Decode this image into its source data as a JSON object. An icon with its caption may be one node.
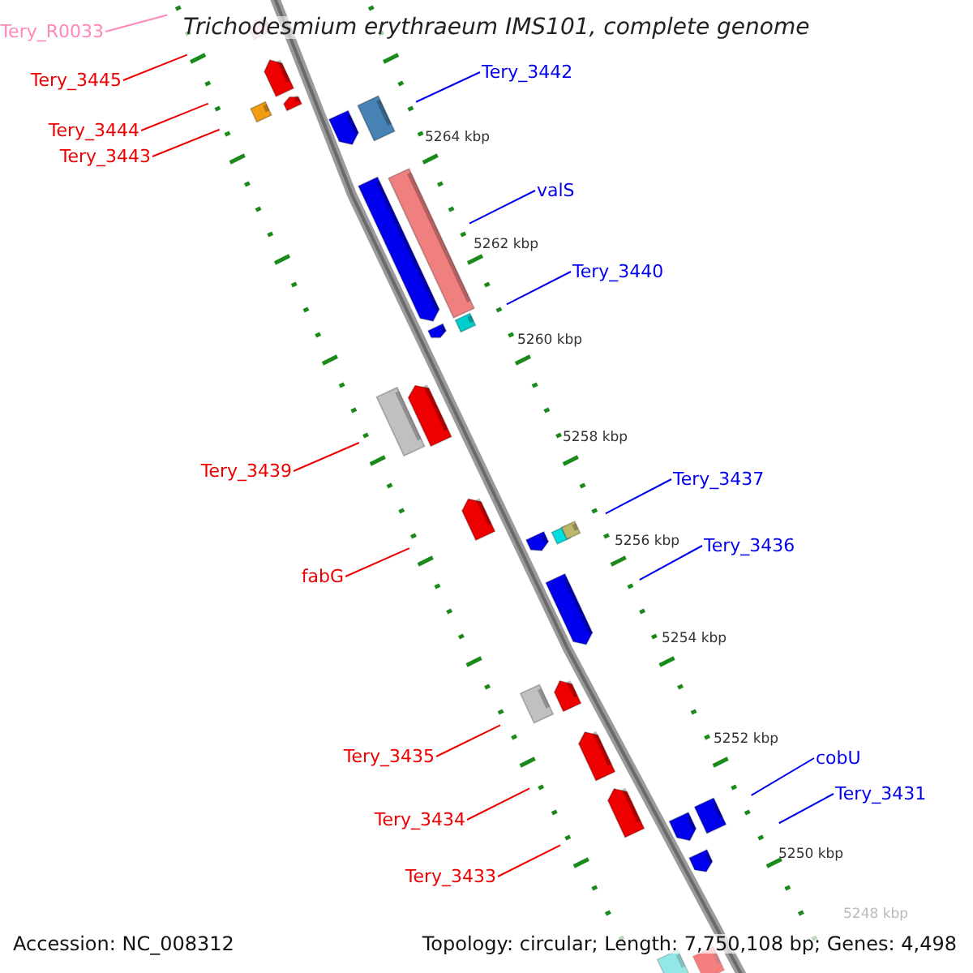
{
  "diagram": {
    "title": "Trichodesmium erythraeum IMS101, complete genome",
    "nodes": [
      {
        "text": [
          "Tery_R0033"
        ]
      },
      {
        "text": [
          "Tery_3442"
        ]
      },
      {
        "text": [
          "Tery_3445"
        ]
      },
      {
        "text": [
          "Tery_3444"
        ]
      },
      {
        "text": [
          "Tery_3443"
        ]
      },
      {
        "text": [
          "valS"
        ]
      },
      {
        "text": [
          "Tery_3440"
        ]
      },
      {
        "text": [
          "Tery_3439"
        ]
      },
      {
        "text": [
          "Tery_3437"
        ]
      },
      {
        "text": [
          "Tery_3436"
        ]
      },
      {
        "text": [
          "fabG"
        ]
      },
      {
        "text": [
          "cobU"
        ]
      },
      {
        "text": [
          "Tery_3435"
        ]
      },
      {
        "text": [
          "Tery_3431"
        ]
      },
      {
        "text": [
          "Tery_3434"
        ]
      },
      {
        "text": [
          "Tery_3433"
        ]
      }
    ],
    "edges": [
      {
        "from": 0,
        "to": null,
        "arrow": "none",
        "color": "#ff88bb"
      },
      {
        "from": 1,
        "to": null,
        "arrow": "none",
        "color": "#0000ee"
      },
      {
        "from": 2,
        "to": null,
        "arrow": "none"
      },
      {
        "from": 3,
        "to": null,
        "arrow": "none"
      },
      {
        "from": 4,
        "to": null,
        "arrow": "none"
      },
      {
        "from": 5,
        "to": null,
        "arrow": "none",
        "color": "#0000ee"
      },
      {
        "from": 6,
        "to": null,
        "arrow": "none",
        "color": "#0000ee"
      },
      {
        "from": 7,
        "to": null,
        "arrow": "none"
      },
      {
        "from": 8,
        "to": null,
        "arrow": "none",
        "color": "#0000ee"
      },
      {
        "from": 9,
        "to": null,
        "arrow": "none",
        "color": "#0000ee"
      },
      {
        "from": 10,
        "to": null,
        "arrow": "none"
      },
      {
        "from": 11,
        "to": null,
        "arrow": "none",
        "color": "#0000ee"
      },
      {
        "from": 12,
        "to": null,
        "arrow": "none"
      },
      {
        "from": 13,
        "to": null,
        "arrow": "none",
        "color": "#0000ee"
      },
      {
        "from": 14,
        "to": null,
        "arrow": "none"
      },
      {
        "from": 15,
        "to": null,
        "arrow": "none"
      }
    ],
    "labels": [
      "5264 kbp",
      "5262 kbp",
      "5260 kbp",
      "5258 kbp",
      "5256 kbp",
      "5254 kbp",
      "5252 kbp",
      "5250 kbp",
      "5248 kbp",
      "Accession: NC_008312",
      "Topology: circular; Length: 7,750,108 bp; Genes: 4,498"
    ]
  }
}
